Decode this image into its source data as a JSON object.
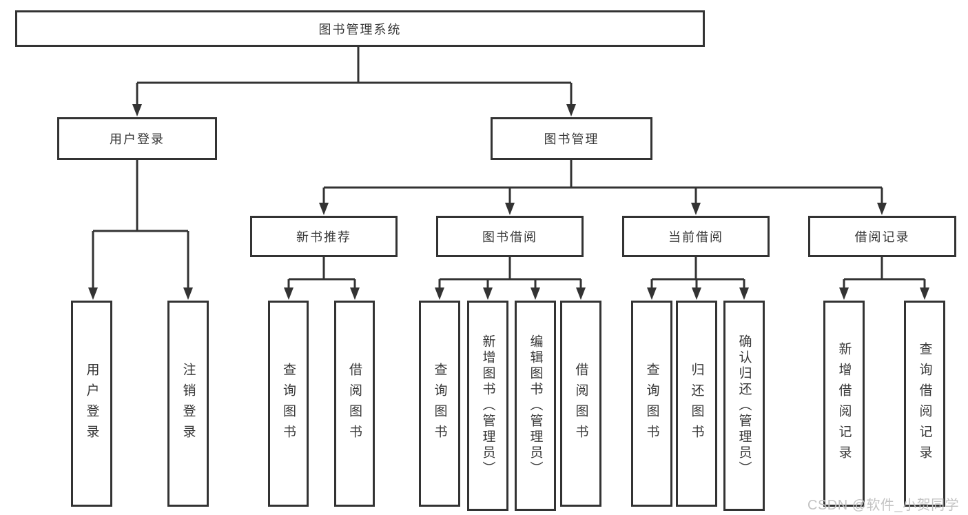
{
  "tree": {
    "label": "图书管理系统",
    "children": [
      {
        "label": "用户登录",
        "children": [
          {
            "label": "用户登录"
          },
          {
            "label": "注销登录"
          }
        ]
      },
      {
        "label": "图书管理",
        "children": [
          {
            "label": "新书推荐",
            "children": [
              {
                "label": "查询图书"
              },
              {
                "label": "借阅图书"
              }
            ]
          },
          {
            "label": "图书借阅",
            "children": [
              {
                "label": "查询图书"
              },
              {
                "label": "新增图书（管理员）"
              },
              {
                "label": "编辑图书（管理员）"
              },
              {
                "label": "借阅图书"
              }
            ]
          },
          {
            "label": "当前借阅",
            "children": [
              {
                "label": "查询图书"
              },
              {
                "label": "归还图书"
              },
              {
                "label": "确认归还（管理员）"
              }
            ]
          },
          {
            "label": "借阅记录",
            "children": [
              {
                "label": "新增借阅记录"
              },
              {
                "label": "查询借阅记录"
              }
            ]
          }
        ]
      }
    ]
  },
  "watermark": "CSDN @软件_小贺同学",
  "colors": {
    "line": "#333333",
    "text": "#383838",
    "box_background": "#ffffff",
    "watermark": "#c3c3c3"
  }
}
